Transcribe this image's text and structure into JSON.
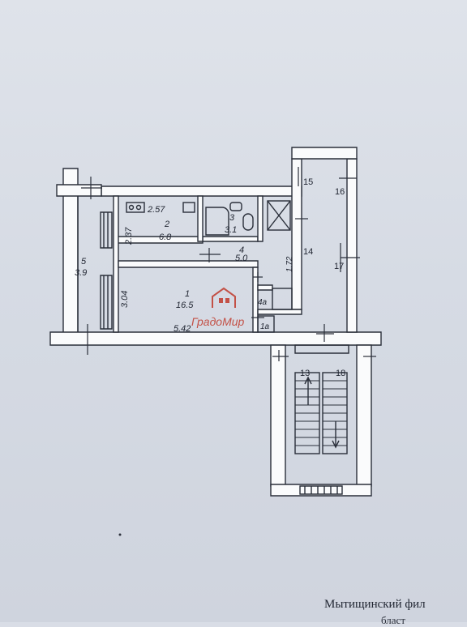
{
  "rooms": [
    {
      "id": "r1",
      "number": "1",
      "area": "16.5"
    },
    {
      "id": "r2",
      "number": "2",
      "area": "6.8"
    },
    {
      "id": "r3",
      "number": "3",
      "area": "3.1"
    },
    {
      "id": "r4",
      "number": "4",
      "area": "5.0"
    },
    {
      "id": "r4a",
      "number": "4a",
      "area": ""
    },
    {
      "id": "r1a",
      "number": "1a",
      "area": ""
    },
    {
      "id": "r5",
      "number": "5",
      "area": "3.9"
    }
  ],
  "dimensions": {
    "kitchen_width": "2.57",
    "kitchen_depth": "2.37",
    "living_depth": "3.04",
    "living_width": "5.42",
    "hall_width": "1.72"
  },
  "corridor_labels": [
    "13",
    "14",
    "15",
    "16",
    "17",
    "18"
  ],
  "watermark": "ГрадоМир",
  "footer": {
    "line1": "Мытищинский фил",
    "line2": "бласт"
  },
  "colors": {
    "wall": "#ffffff",
    "wall_stroke": "#2a2f3a",
    "watermark": "#c0392b"
  }
}
